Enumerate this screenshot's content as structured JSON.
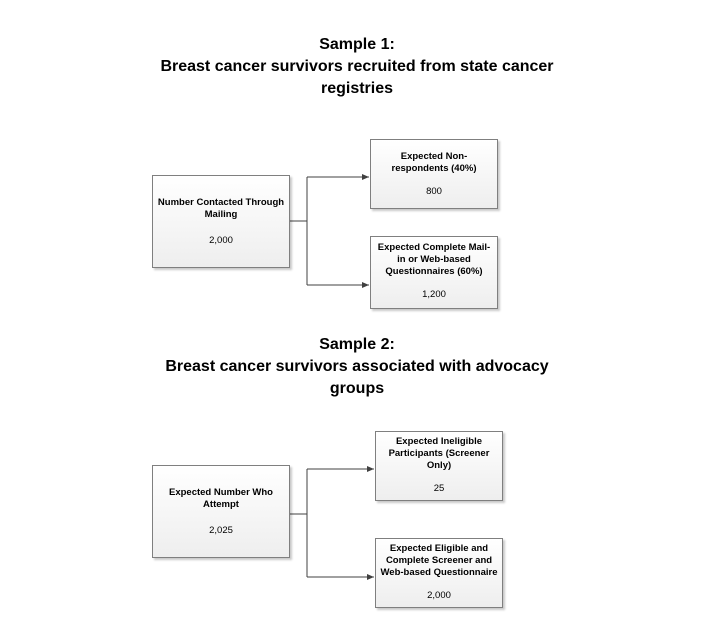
{
  "sample1": {
    "heading": "Sample 1:",
    "subtitle_line1": "Breast cancer survivors recruited from state cancer",
    "subtitle_line2": "registries",
    "source": {
      "label": "Number Contacted Through Mailing",
      "value": "2,000"
    },
    "branch_top": {
      "label": "Expected Non-respondents (40%)",
      "value": "800"
    },
    "branch_bottom": {
      "label": "Expected Complete Mail-in or Web-based Questionnaires (60%)",
      "value": "1,200"
    }
  },
  "sample2": {
    "heading": "Sample 2:",
    "subtitle_line1": "Breast cancer survivors associated with advocacy",
    "subtitle_line2": "groups",
    "source": {
      "label": "Expected Number Who Attempt",
      "value": "2,025"
    },
    "branch_top": {
      "label": "Expected Ineligible Participants (Screener Only)",
      "value": "25"
    },
    "branch_bottom": {
      "label": "Expected Eligible and Complete Screener and Web-based Questionnaire",
      "value": "2,000"
    }
  }
}
